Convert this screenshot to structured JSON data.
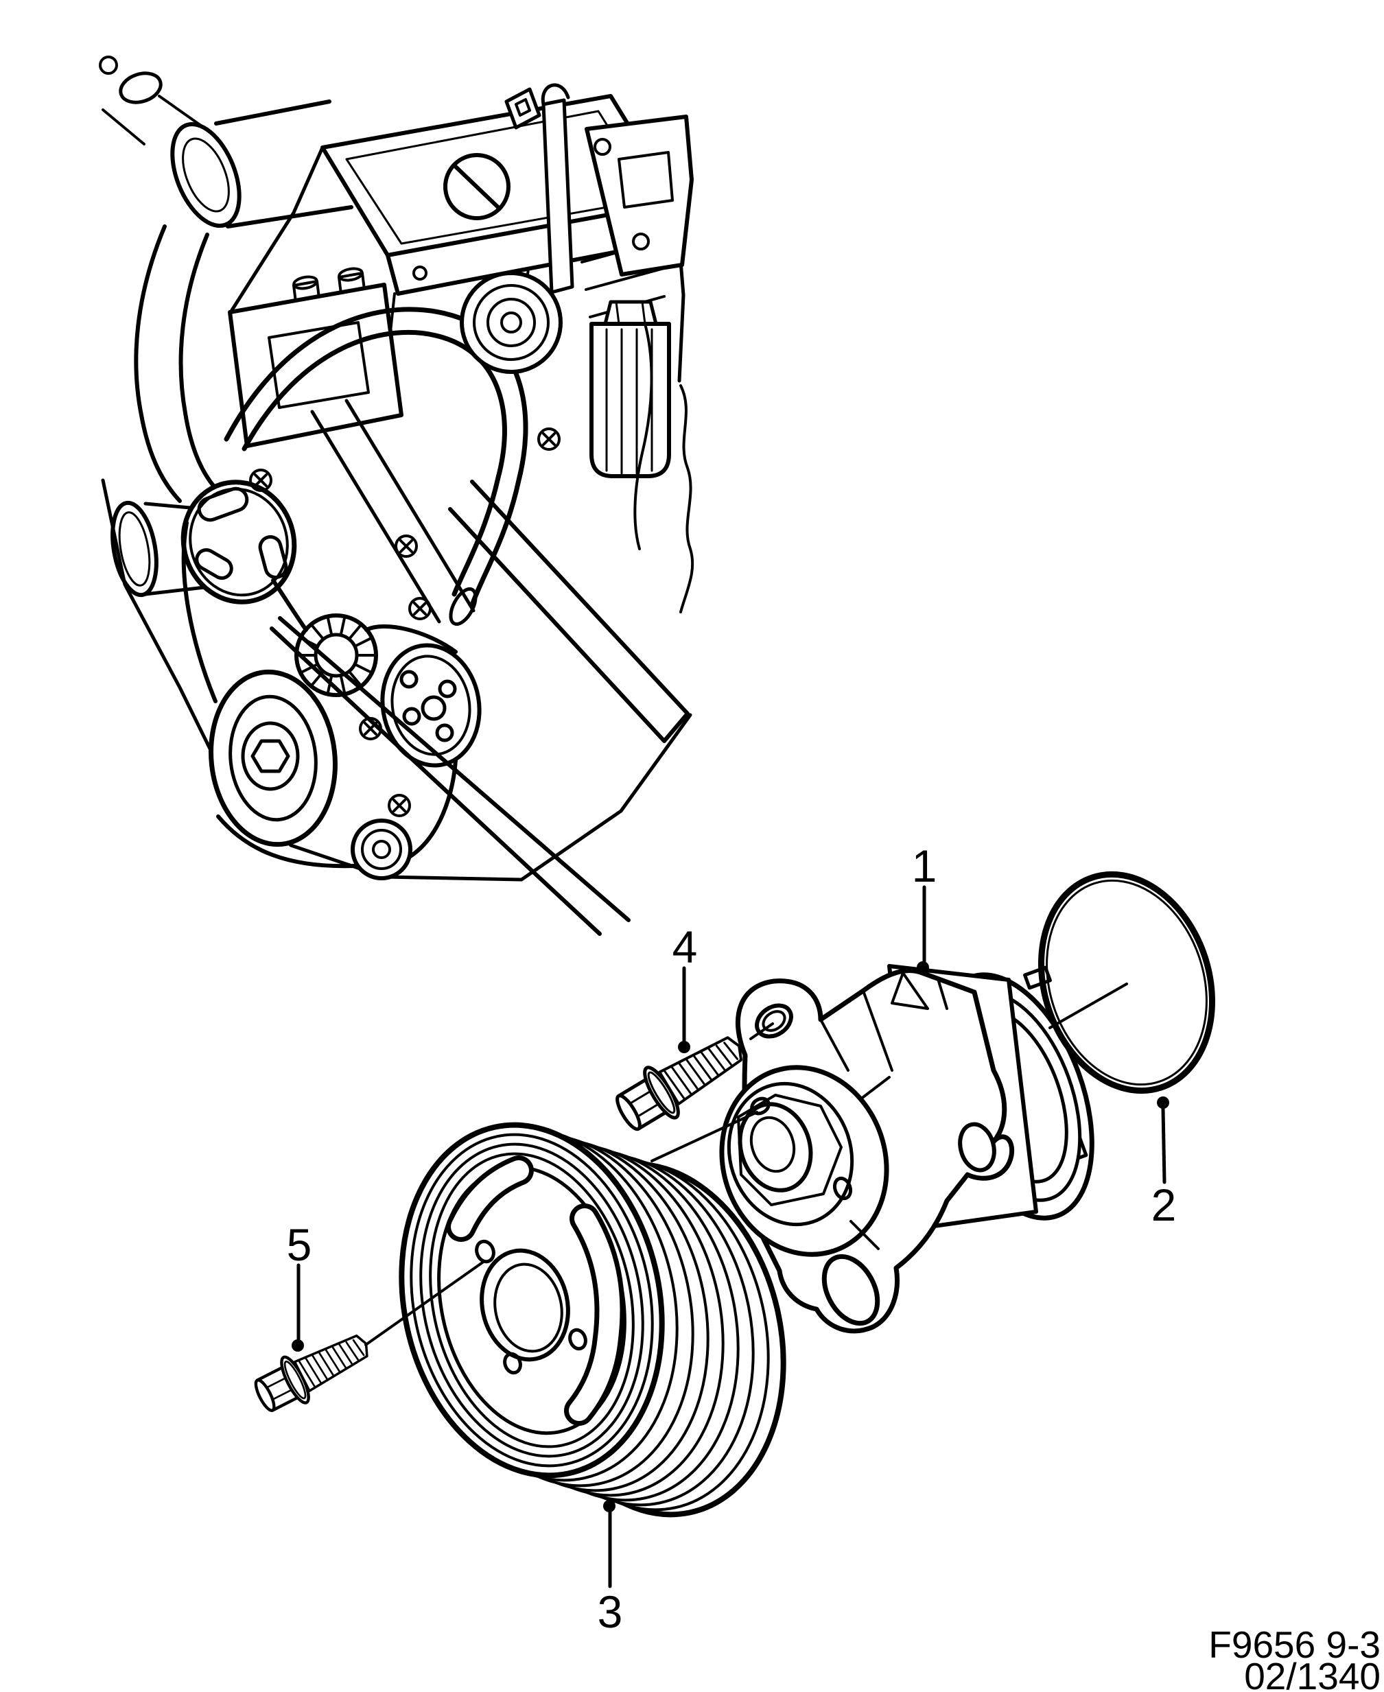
{
  "page": {
    "background": "#ffffff",
    "ink": "#000000"
  },
  "diagram": {
    "type": "exploded-parts-diagram",
    "callouts": [
      {
        "number": "1"
      },
      {
        "number": "2"
      },
      {
        "number": "3"
      },
      {
        "number": "4"
      },
      {
        "number": "5"
      }
    ],
    "footer": {
      "figure_code": "F9656 9-3",
      "page_code": "02/1340"
    }
  }
}
